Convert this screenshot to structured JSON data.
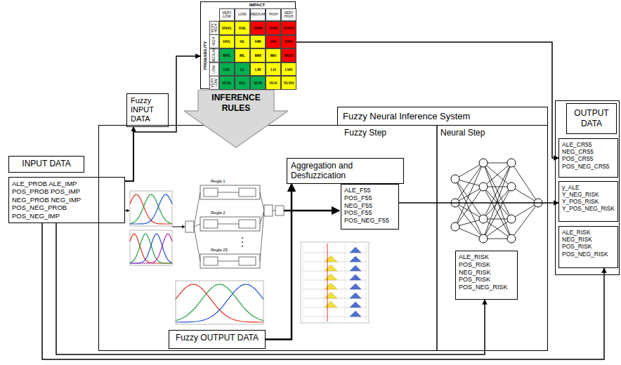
{
  "diagram": {
    "nodes": [
      {
        "text": [
          "IMPACT",
          "PROBABILITY"
        ]
      },
      {
        "text": [
          "INPUT DATA"
        ]
      },
      {
        "text": [
          "ALE_PROB ALE_IMP",
          "POS_PROB POS_IMP",
          "NEG_PROB NEG_IMP",
          "POS_NEG_PROB",
          "POS_NEG_IMP"
        ]
      },
      {
        "text": [
          "Fuzzy INPUT DATA"
        ]
      },
      {
        "text": [
          "INFERENCE RULES"
        ]
      },
      {
        "text": [
          "Fuzzy Neural Inference System"
        ]
      },
      {
        "text": [
          "Aggregation and Desfuzzication"
        ],
        "in": 5
      },
      {
        "text": [
          "ALE_F55",
          "POS_F55",
          "NEG_F55",
          "POS_F55",
          "POS_NEG_F55"
        ],
        "in": 5
      },
      {
        "text": [
          "ALE_RISK",
          "POS_RISK",
          "NEG_RISK",
          "POS_RISK",
          "POS_NEG_RISK"
        ],
        "in": 5
      },
      {
        "text": [
          "Fuzzy OUTPUT DATA"
        ],
        "in": 5
      },
      {
        "text": [
          "OUTPUT DATA"
        ]
      },
      {
        "text": [
          "ALE_CR55",
          "NEG_CR55",
          "POS_CR55",
          "POS_NEG_CR55"
        ],
        "in": 10
      },
      {
        "text": [
          "y_ALE",
          "Y_NEG_RISK",
          "Y_POS_RISK",
          "Y_POS_NEG_RISK"
        ],
        "in": 10
      },
      {
        "text": [
          "ALE_RISK",
          "NEG_RISK",
          "POS_RISK",
          "POS_NEG_RISK"
        ],
        "in": 10
      }
    ],
    "edges": [
      {
        "from": 2,
        "to": 3,
        "arrow": "to"
      },
      {
        "from": 2,
        "to": 0,
        "arrow": "to"
      },
      {
        "from": 0,
        "to": 11,
        "arrow": "to"
      },
      {
        "from": 7,
        "to": 12,
        "arrow": "to"
      },
      {
        "from": 2,
        "to": 13,
        "arrow": "to"
      },
      {
        "from": 2,
        "to": 8,
        "arrow": "to"
      },
      {
        "from": 9,
        "to": 6,
        "arrow": "to"
      }
    ],
    "labels": [
      "VERY LOW",
      "LOW",
      "MEDIUM",
      "HIGH",
      "VERY HIGH",
      "VERY HIGH",
      "HIGH",
      "MEDIUM",
      "LOW",
      "VERY LOW",
      "VHVL",
      "VHL",
      "VHM",
      "VHH",
      "VHVH",
      "HVL",
      "HL",
      "HM",
      "HH",
      "HVH",
      "MVL",
      "ML",
      "MM",
      "MH",
      "MVH",
      "LVL",
      "LL",
      "LM",
      "LH",
      "LVH",
      "VLVL",
      "VLL",
      "VLM",
      "VLH",
      "VLVH",
      "Fuzzy Step",
      "Neural Step",
      "Regla 1",
      "Regla 2",
      "Regla 25"
    ]
  }
}
